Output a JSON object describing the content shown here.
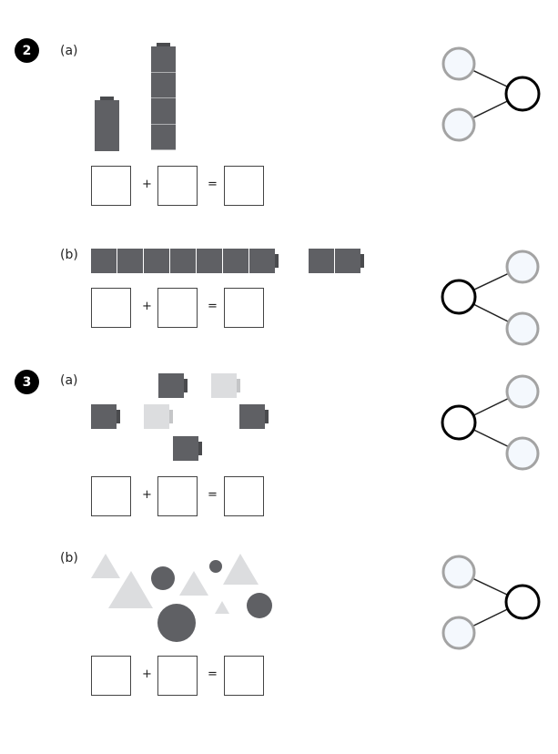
{
  "questions": [
    {
      "number": "2",
      "parts": [
        {
          "label": "(a)",
          "plus": "+",
          "equals": "="
        },
        {
          "label": "(b)",
          "plus": "+",
          "equals": "="
        }
      ]
    },
    {
      "number": "3",
      "parts": [
        {
          "label": "(a)",
          "plus": "+",
          "equals": "="
        },
        {
          "label": "(b)",
          "plus": "+",
          "equals": "="
        }
      ]
    }
  ],
  "colors": {
    "cube_dark": "#5f6064",
    "cube_light": "#dcdddf",
    "bond_part": "#a3a3a3",
    "bond_fill": "#f4f8fd"
  }
}
